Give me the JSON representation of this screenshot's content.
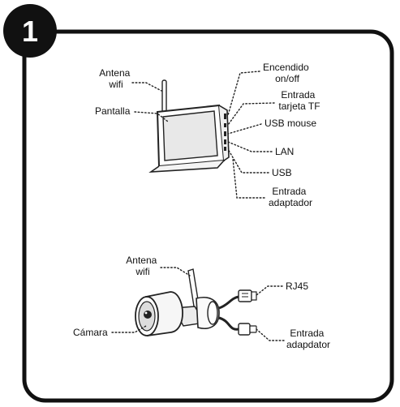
{
  "step_number": "1",
  "monitor_labels": {
    "antenna": [
      "Antena",
      "wifi"
    ],
    "screen": "Pantalla",
    "power": [
      "Encendido",
      "on/off"
    ],
    "tf_card": [
      "Entrada",
      "tarjeta TF"
    ],
    "usb_mouse": "USB mouse",
    "lan": "LAN",
    "usb": "USB",
    "adapter": [
      "Entrada",
      "adaptador"
    ]
  },
  "camera_labels": {
    "antenna": [
      "Antena",
      "wifi"
    ],
    "camera": "Cámara",
    "rj45": "RJ45",
    "adapter": [
      "Entrada",
      "adapdator"
    ]
  }
}
